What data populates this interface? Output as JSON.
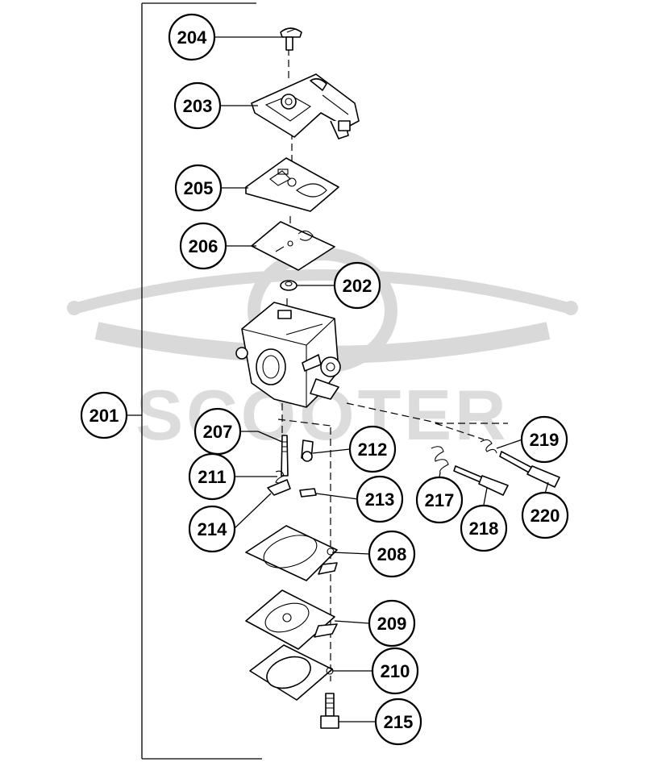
{
  "watermark": {
    "text": "SCOOTER"
  },
  "callouts": {
    "201": "201",
    "202": "202",
    "203": "203",
    "204": "204",
    "205": "205",
    "206": "206",
    "207": "207",
    "208": "208",
    "209": "209",
    "210": "210",
    "211": "211",
    "212": "212",
    "213": "213",
    "214": "214",
    "215": "215",
    "217": "217",
    "218": "218",
    "219": "219",
    "220": "220"
  },
  "colors": {
    "line": "#000000",
    "watermark": "#d9d9d9",
    "background": "#ffffff"
  }
}
